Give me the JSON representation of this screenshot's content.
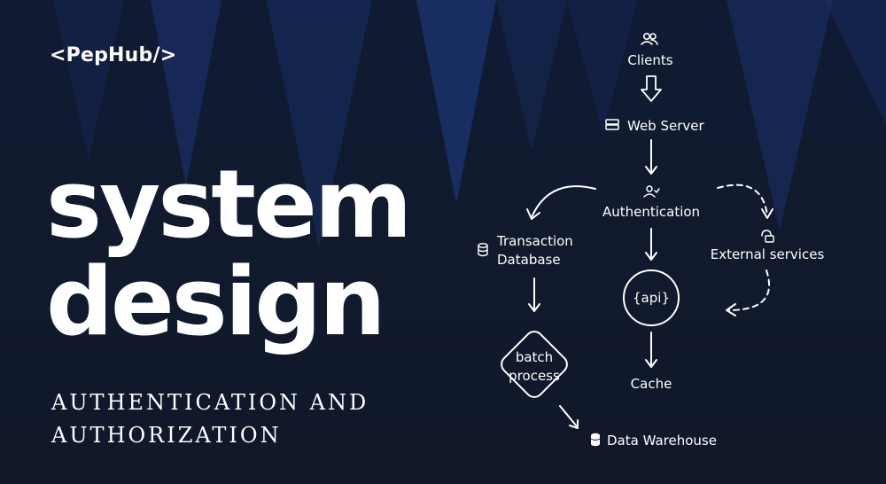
{
  "brand": {
    "open": "<",
    "name": "PepHub",
    "close": "/>"
  },
  "title": {
    "line1": "system",
    "line2": "design"
  },
  "subtitle": {
    "line1": "AUTHENTICATION AND",
    "line2": "AUTHORIZATION"
  },
  "diagram": {
    "clients": "Clients",
    "web_server": "Web Server",
    "authentication": "Authentication",
    "transaction_db_line1": "Transaction",
    "transaction_db_line2": "Database",
    "external_services": "External services",
    "api": "{api}",
    "cache": "Cache",
    "batch_line1": "batch",
    "batch_line2": "process",
    "data_warehouse": "Data Warehouse"
  },
  "colors": {
    "background": "#111a2e",
    "accent_blue": "#1f3a8a",
    "text": "#ffffff"
  }
}
